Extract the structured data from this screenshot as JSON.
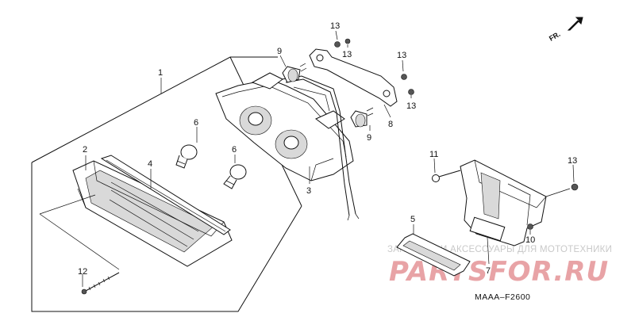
{
  "diagram": {
    "callouts": [
      {
        "id": "1",
        "label": "1"
      },
      {
        "id": "2",
        "label": "2"
      },
      {
        "id": "3",
        "label": "3"
      },
      {
        "id": "4",
        "label": "4"
      },
      {
        "id": "5",
        "label": "5"
      },
      {
        "id": "6a",
        "label": "6"
      },
      {
        "id": "6b",
        "label": "6"
      },
      {
        "id": "7",
        "label": "7"
      },
      {
        "id": "8",
        "label": "8"
      },
      {
        "id": "9a",
        "label": "9"
      },
      {
        "id": "9b",
        "label": "9"
      },
      {
        "id": "10",
        "label": "10"
      },
      {
        "id": "11",
        "label": "11"
      },
      {
        "id": "12",
        "label": "12"
      },
      {
        "id": "13a",
        "label": "13"
      },
      {
        "id": "13b",
        "label": "13"
      },
      {
        "id": "13c",
        "label": "13"
      },
      {
        "id": "13d",
        "label": "13"
      },
      {
        "id": "13e",
        "label": "13"
      }
    ],
    "front_indicator": "FR.",
    "diagram_code": "MAAA–F2600",
    "watermark": {
      "tagline": "ЗАПЧАСТИ И АКСЕССУАРЫ ДЛЯ МОТОТЕХНИКИ",
      "brand": "PARTSFOR.RU"
    },
    "colors": {
      "line": "#111111",
      "watermark_brand": "#e8a3a6",
      "watermark_tagline": "#c9c9c9"
    }
  }
}
